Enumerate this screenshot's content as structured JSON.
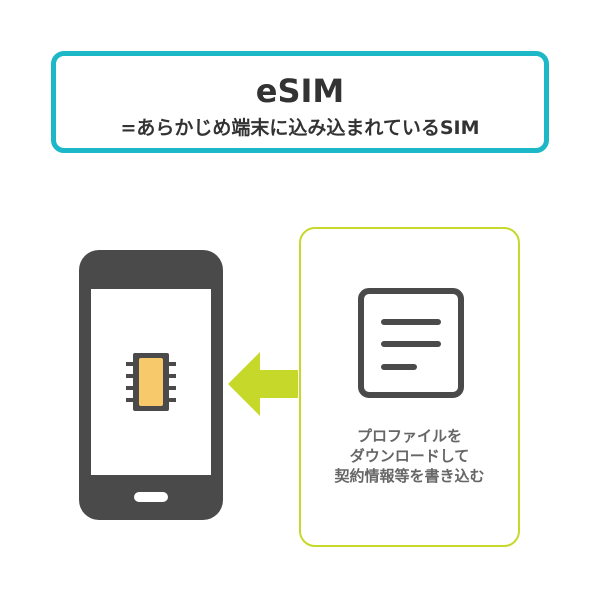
{
  "title": {
    "main": "eSIM",
    "subtitle": "=あらかじめ端末に込み込まれているSIM"
  },
  "phone": {
    "icon": "smartphone-icon",
    "chip_icon": "sim-chip-icon"
  },
  "arrow": {
    "icon": "arrow-left-icon"
  },
  "profile": {
    "icon": "document-icon",
    "caption_lines": [
      "プロファイルを",
      "ダウンロードして",
      "契約情報等を書き込む"
    ]
  },
  "colors": {
    "title_border": "#1db8c8",
    "profile_border": "#c6d82a",
    "arrow": "#c6d82a",
    "chip": "#f7c96b",
    "dark": "#4a4a4a",
    "text": "#333333",
    "caption_text": "#666666"
  }
}
